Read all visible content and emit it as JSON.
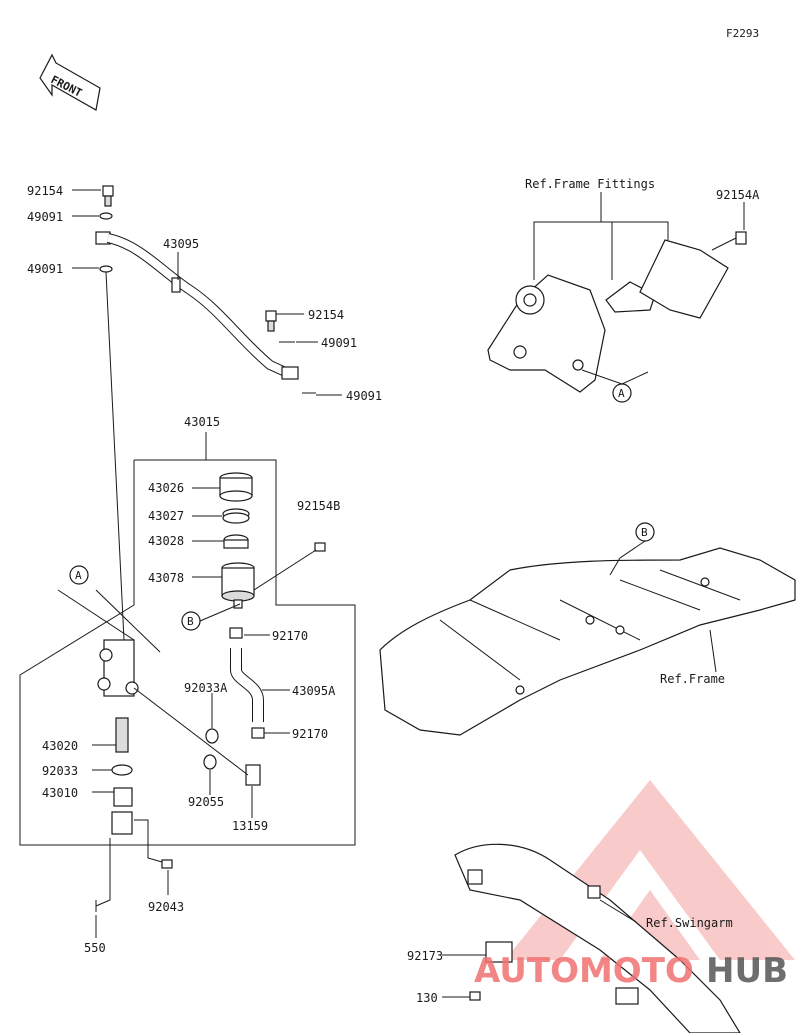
{
  "figure_code": "F2293",
  "front_label": "FRONT",
  "callouts": {
    "a": "A",
    "b": "B"
  },
  "labels": {
    "p92154_top": "92154",
    "p49091_a": "49091",
    "p49091_b": "49091",
    "p43095": "43095",
    "p92154_mid": "92154",
    "p49091_c": "49091",
    "p49091_d": "49091",
    "p43015": "43015",
    "p43026": "43026",
    "p43027": "43027",
    "p43028": "43028",
    "p43078": "43078",
    "p92154B": "92154B",
    "p92170_a": "92170",
    "p92033A": "92033A",
    "p43095A": "43095A",
    "p92170_b": "92170",
    "p43020": "43020",
    "p92033": "92033",
    "p43010": "43010",
    "p92055": "92055",
    "p13159": "13159",
    "p92043": "92043",
    "p550": "550",
    "ref_frame_fittings": "Ref.Frame Fittings",
    "p92154A": "92154A",
    "ref_frame": "Ref.Frame",
    "ref_swingarm": "Ref.Swingarm",
    "p92173": "92173",
    "p130": "130"
  },
  "watermark": {
    "part1": "AUTOMOTO",
    "part2": "HUB",
    "color1": "#f07070",
    "color2": "#555555",
    "triangle_color": "#f4a0a0"
  }
}
